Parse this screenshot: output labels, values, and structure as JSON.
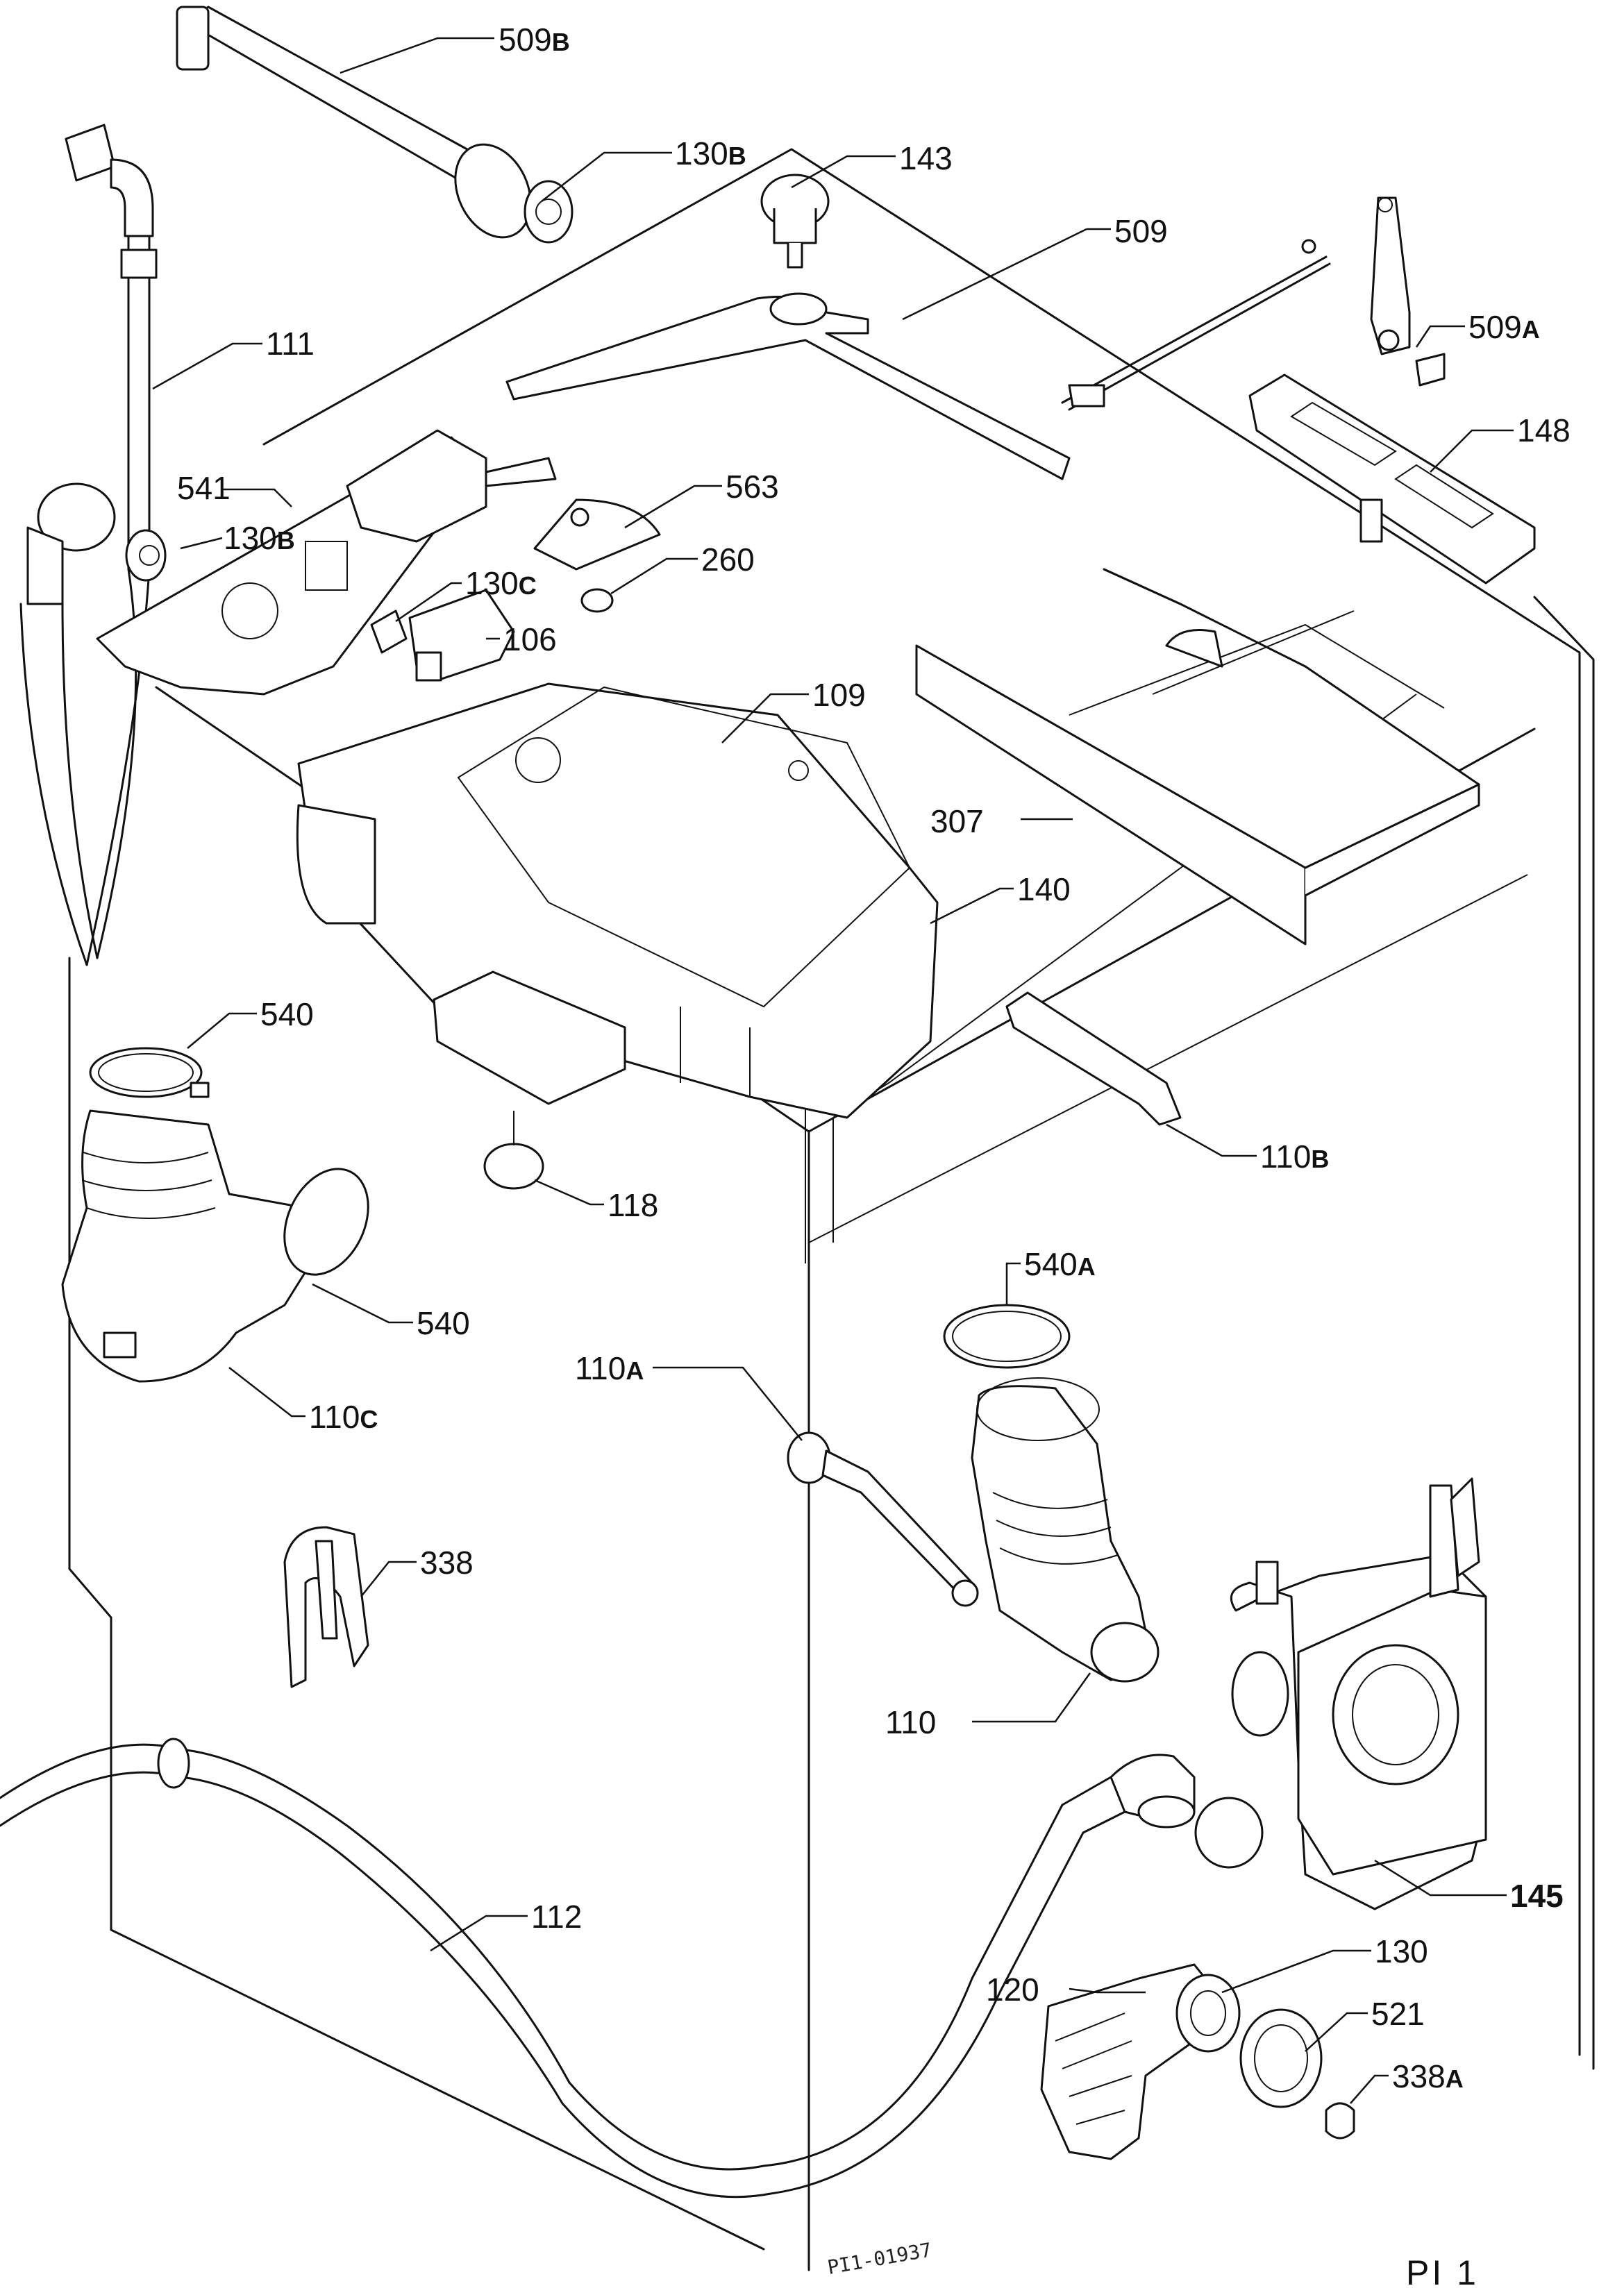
{
  "plate_id": "PI 1",
  "ref_code": "PI1-01937",
  "parts": [
    {
      "key": "p509b",
      "num": "509",
      "suffix": "B"
    },
    {
      "key": "p130b_top",
      "num": "130",
      "suffix": "B"
    },
    {
      "key": "p143",
      "num": "143",
      "suffix": ""
    },
    {
      "key": "p509",
      "num": "509",
      "suffix": ""
    },
    {
      "key": "p509a",
      "num": "509",
      "suffix": "A"
    },
    {
      "key": "p111",
      "num": "111",
      "suffix": ""
    },
    {
      "key": "p148",
      "num": "148",
      "suffix": ""
    },
    {
      "key": "p541",
      "num": "541",
      "suffix": ""
    },
    {
      "key": "p130b_mid",
      "num": "130",
      "suffix": "B"
    },
    {
      "key": "p563",
      "num": "563",
      "suffix": ""
    },
    {
      "key": "p260",
      "num": "260",
      "suffix": ""
    },
    {
      "key": "p130c",
      "num": "130",
      "suffix": "C"
    },
    {
      "key": "p106",
      "num": "106",
      "suffix": ""
    },
    {
      "key": "p109",
      "num": "109",
      "suffix": ""
    },
    {
      "key": "p307",
      "num": "307",
      "suffix": ""
    },
    {
      "key": "p140",
      "num": "140",
      "suffix": ""
    },
    {
      "key": "p540_top",
      "num": "540",
      "suffix": ""
    },
    {
      "key": "p110b",
      "num": "110",
      "suffix": "B"
    },
    {
      "key": "p118",
      "num": "118",
      "suffix": ""
    },
    {
      "key": "p540a",
      "num": "540",
      "suffix": "A"
    },
    {
      "key": "p540_low",
      "num": "540",
      "suffix": ""
    },
    {
      "key": "p110a",
      "num": "110",
      "suffix": "A"
    },
    {
      "key": "p110c",
      "num": "110",
      "suffix": "C"
    },
    {
      "key": "p338",
      "num": "338",
      "suffix": ""
    },
    {
      "key": "p110",
      "num": "110",
      "suffix": ""
    },
    {
      "key": "p145",
      "num": "145",
      "suffix": ""
    },
    {
      "key": "p112",
      "num": "112",
      "suffix": ""
    },
    {
      "key": "p130",
      "num": "130",
      "suffix": ""
    },
    {
      "key": "p120",
      "num": "120",
      "suffix": ""
    },
    {
      "key": "p521",
      "num": "521",
      "suffix": ""
    },
    {
      "key": "p338a",
      "num": "338",
      "suffix": "A"
    }
  ]
}
